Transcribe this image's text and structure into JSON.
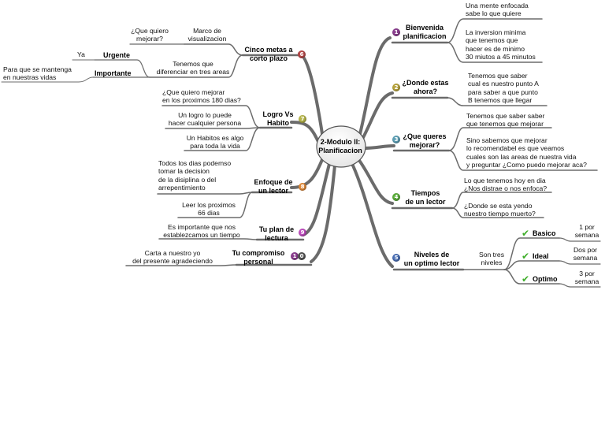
{
  "center": {
    "line1": "2-Modulo II:",
    "line2": "Planificacion"
  },
  "colors": {
    "line": "#666666",
    "check": "#3fae2a"
  },
  "right": {
    "bienvenida": {
      "title1": "Bienvenida",
      "title2": "planificacion",
      "badge": "1",
      "leaf1": [
        "Una mente enfocada",
        "sabe lo que quiere"
      ],
      "leaf2": [
        "La inversion minima",
        "que tenemos que",
        "hacer es de minimo",
        "30 miutos a 45 minutos"
      ]
    },
    "donde": {
      "title1": "¿Donde estas",
      "title2": "ahora?",
      "badge": "2",
      "leaf1": [
        "Tenemos que saber",
        "cual es nuestro punto A",
        "para saber a que punto",
        "B tenemos que llegar"
      ]
    },
    "mejorar": {
      "title1": "¿Que queres",
      "title2": "mejorar?",
      "badge": "3",
      "leaf1": [
        "Tenemos que saber saber",
        "que tenemos que mejorar"
      ],
      "leaf2": [
        "Sino sabemos que mejorar",
        "lo recomendabel es que veamos",
        "cuales son las areas de nuestra vida",
        "y preguntar ¿Como puedo mejorar aca?"
      ]
    },
    "tiempos": {
      "title1": "Tiempos",
      "title2": "de un lector",
      "badge": "4",
      "leaf1": [
        "Lo que tenemos hoy en dia",
        "¿Nos distrae o nos enfoca?"
      ],
      "leaf2": [
        "¿Donde se esta yendo",
        "nuestro tiempo muerto?"
      ]
    },
    "niveles": {
      "title1": "Niveles de",
      "title2": "un optimo lector",
      "badge": "5",
      "sub": [
        "Son tres",
        "niveles"
      ],
      "levels": [
        {
          "name": "Basico",
          "value": [
            "1 por",
            "semana"
          ]
        },
        {
          "name": "Ideal",
          "value": [
            "Dos por",
            "semana"
          ]
        },
        {
          "name": "Optimo",
          "value": [
            "3 por",
            "semana"
          ]
        }
      ]
    }
  },
  "left": {
    "cinco": {
      "title1": "Cinco metas a",
      "title2": "corto plazo",
      "badge": "6",
      "marco": [
        "Marco de",
        "visualizacion"
      ],
      "quiero": [
        "¿Que quiero",
        "mejorar?"
      ],
      "diferenciar": [
        "Tenemos que",
        "diferenciar en tres areas"
      ],
      "urgente": "Urgente",
      "ya": "Ya",
      "importante": "Importante",
      "mantenga": [
        "Para que se mantenga",
        "en nuestras vidas"
      ]
    },
    "logro": {
      "title1": "Logro Vs",
      "title2": "Habito",
      "badge": "7",
      "leaf1": [
        "¿Que quiero mejorar",
        "en los proximos 180 dias?"
      ],
      "leaf2": [
        "Un logro lo puede",
        "hacer cualquier persona"
      ],
      "leaf3": [
        "Un Habitos es algo",
        "para toda la vida"
      ]
    },
    "enfoque": {
      "title1": "Enfoque de",
      "title2": "un lector",
      "badge": "8",
      "leaf1": [
        "Todos los dias podemso",
        "tomar la decision",
        "de la disiplina o del",
        "arrepentimiento"
      ],
      "leaf2": [
        "Leer los proximos",
        "66 dias"
      ]
    },
    "plan": {
      "title1": "Tu plan de",
      "title2": "lectura",
      "badge": "9",
      "leaf1": [
        "Es importante que nos",
        "establezcamos un tiempo"
      ]
    },
    "compromiso": {
      "title1": "Tu compromiso",
      "title2": "personal",
      "badge1": "1",
      "badge2": "0",
      "leaf1": [
        "Carta a nuestro yo",
        "del presente agradeciendo"
      ]
    }
  }
}
